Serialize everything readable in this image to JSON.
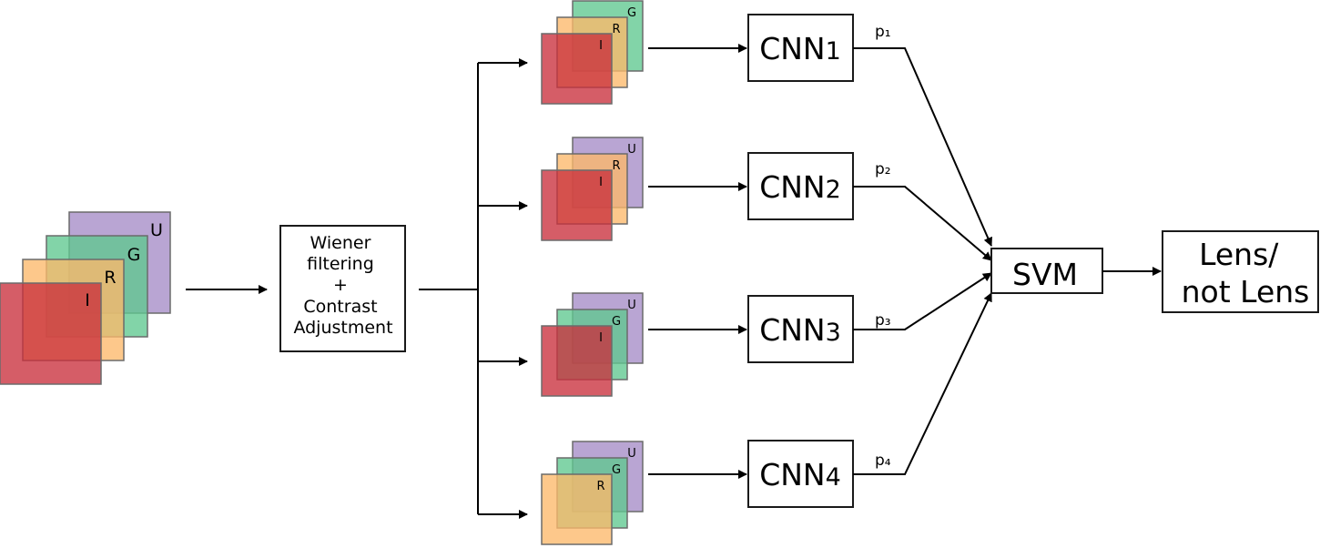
{
  "input_stack": {
    "layers": [
      {
        "label": "U",
        "color": "#a58cc7"
      },
      {
        "label": "G",
        "color": "#5fc88f"
      },
      {
        "label": "R",
        "color": "#fdb96a"
      },
      {
        "label": "I",
        "color": "#c9303c"
      }
    ]
  },
  "preprocess": {
    "lines": [
      "Wiener",
      "filtering",
      "+",
      "Contrast",
      "Adjustment"
    ]
  },
  "branches": [
    {
      "layers": [
        {
          "label": "G",
          "color": "#5fc88f"
        },
        {
          "label": "R",
          "color": "#fdb96a"
        },
        {
          "label": "I",
          "color": "#c9303c"
        }
      ],
      "cnn": {
        "name": "CNN",
        "sub": "1"
      },
      "p": "p₁"
    },
    {
      "layers": [
        {
          "label": "U",
          "color": "#a58cc7"
        },
        {
          "label": "R",
          "color": "#fdb96a"
        },
        {
          "label": "I",
          "color": "#c9303c"
        }
      ],
      "cnn": {
        "name": "CNN",
        "sub": "2"
      },
      "p": "p₂"
    },
    {
      "layers": [
        {
          "label": "U",
          "color": "#a58cc7"
        },
        {
          "label": "G",
          "color": "#5fc88f"
        },
        {
          "label": "I",
          "color": "#c9303c"
        }
      ],
      "cnn": {
        "name": "CNN",
        "sub": "3"
      },
      "p": "p₃"
    },
    {
      "layers": [
        {
          "label": "U",
          "color": "#a58cc7"
        },
        {
          "label": "G",
          "color": "#5fc88f"
        },
        {
          "label": "R",
          "color": "#fdb96a"
        }
      ],
      "cnn": {
        "name": "CNN",
        "sub": "4"
      },
      "p": "p₄"
    }
  ],
  "svm": {
    "label": "SVM"
  },
  "output": {
    "lines": [
      "Lens/",
      "not Lens"
    ]
  }
}
